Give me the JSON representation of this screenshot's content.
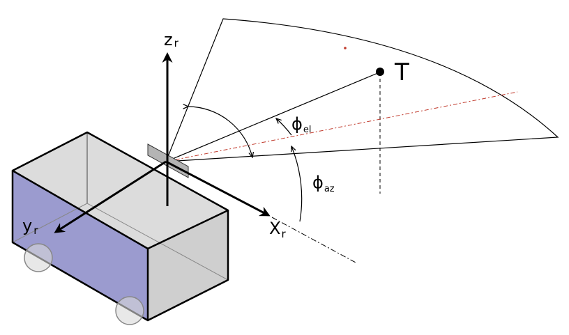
{
  "labels": {
    "z_axis": {
      "main": "z",
      "sub": "r"
    },
    "y_axis": {
      "main": "y",
      "sub": "r"
    },
    "x_axis": {
      "main": "X",
      "sub": "r"
    },
    "target": "T",
    "elevation": {
      "main": "ϕ",
      "sub": "el"
    },
    "azimuth": {
      "main": "ϕ",
      "sub": "az"
    }
  },
  "colors": {
    "stroke": "#000000",
    "box_side_front": "#9b9bcf",
    "box_side_dark": "#7c7cb4",
    "box_face_gray": "#cfcfcf",
    "box_top": "#dcdcdc",
    "sensor": "#b4b4b4",
    "wheel": "#d9d9d9",
    "projection_line": "#c0392b"
  }
}
